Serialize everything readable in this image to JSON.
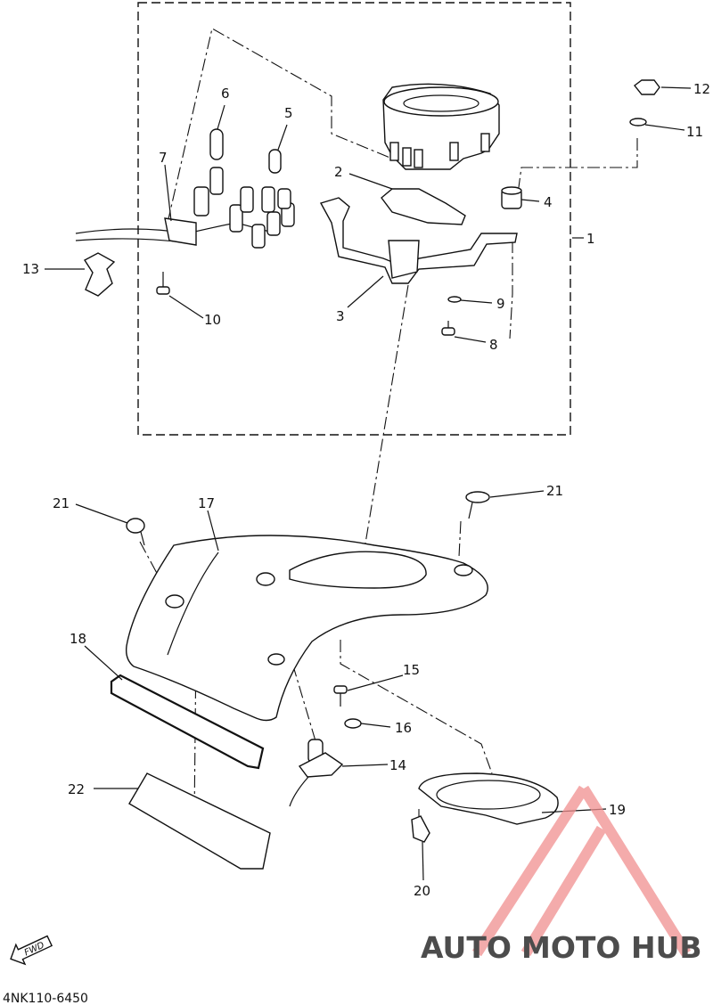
{
  "diagram": {
    "code": "4NK110-6450",
    "fwd_label": "FWD",
    "callouts": [
      "1",
      "2",
      "3",
      "4",
      "5",
      "6",
      "7",
      "8",
      "9",
      "10",
      "11",
      "12",
      "13",
      "14",
      "15",
      "16",
      "17",
      "18",
      "19",
      "20",
      "21",
      "21",
      "22"
    ]
  },
  "watermark": {
    "part1": "AUTO",
    "part2": "MOTO",
    "part3": "HUB",
    "colors": {
      "auto": "#f4b183",
      "moto": "#f4a39a",
      "hub": "#7f7f7f",
      "triangle": "#f08f8f"
    }
  }
}
